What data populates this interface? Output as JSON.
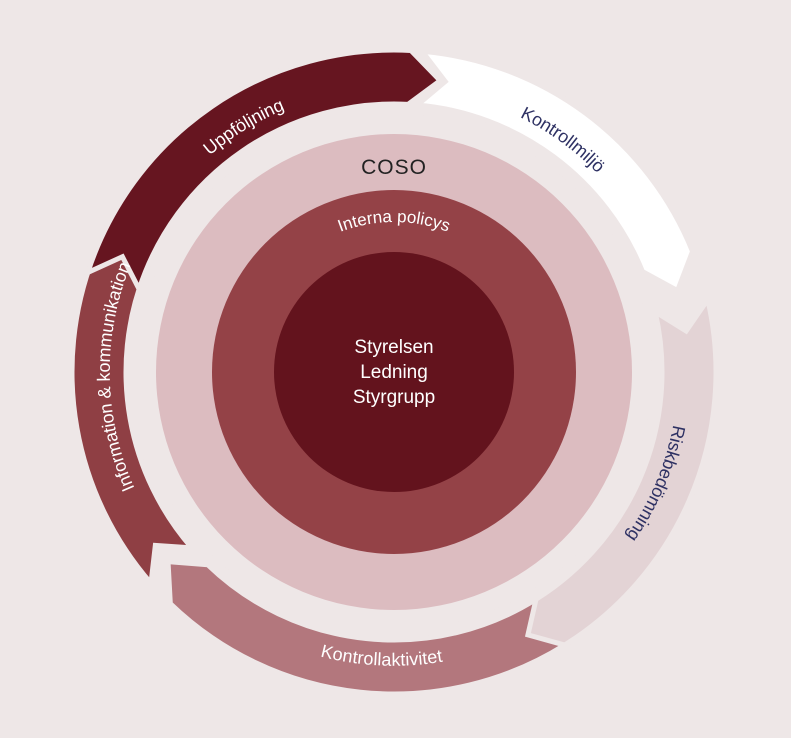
{
  "background": "#eee7e7",
  "outer_ring": {
    "segments": [
      {
        "label": "Kontrollmiljö",
        "fill": "#ffffff",
        "text_color": "#2e3163"
      },
      {
        "label": "Riskbedömning",
        "fill": "#e3d3d5",
        "text_color": "#2e3163"
      },
      {
        "label": "Kontrollaktivitet",
        "fill": "#b3777d",
        "text_color": "#ffffff"
      },
      {
        "label": "Information & kommunikation",
        "fill": "#8f3f44",
        "text_color": "#ffffff"
      },
      {
        "label": "Uppföljning",
        "fill": "#661520",
        "text_color": "#ffffff"
      }
    ]
  },
  "coso_ring": {
    "label": "COSO",
    "fill": "#dcbcc0",
    "text_color": "#222222"
  },
  "policy_ring": {
    "label": "Interna policys",
    "fill": "#944247",
    "text_color": "#ffffff"
  },
  "core": {
    "lines": [
      "Styrelsen",
      "Ledning",
      "Styrgrupp"
    ],
    "fill": "#63131d",
    "text_color": "#ffffff"
  }
}
